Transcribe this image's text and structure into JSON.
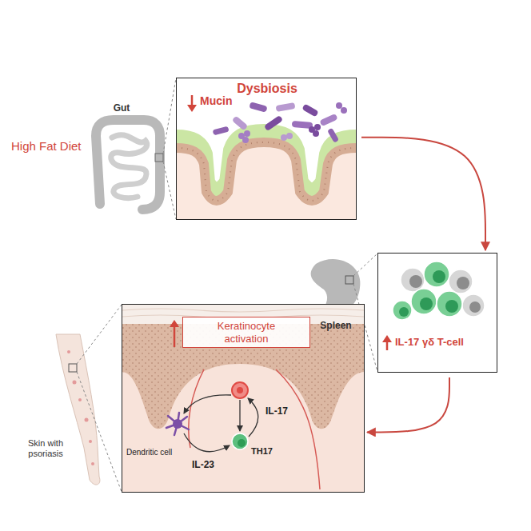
{
  "diagram": {
    "nodes": [
      {
        "text": [
          "Dysbiosis",
          "Mucin"
        ]
      },
      {
        "text": [
          "IL-17 γδ T-cell"
        ]
      },
      {
        "text": [
          "IL-17",
          "Dendritic cell",
          "IL-23",
          "TH17"
        ]
      },
      {
        "text": [
          "Keratinocyte activation"
        ],
        "in": 2
      }
    ],
    "edges": [
      {
        "from": 0,
        "to": 1,
        "arrow": "to"
      },
      {
        "from": 1,
        "to": 2,
        "arrow": "to"
      }
    ],
    "labels": [
      "High Fat Diet",
      "Gut",
      "Spleen",
      "Skin with psoriasis"
    ]
  }
}
